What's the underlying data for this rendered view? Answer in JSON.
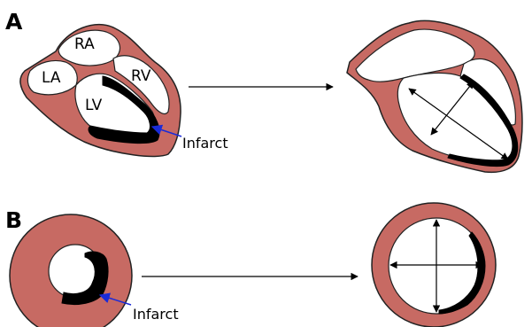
{
  "panels": [
    {
      "letter": "A"
    },
    {
      "letter": "B"
    }
  ],
  "chamber_labels": {
    "ra": "RA",
    "la": "LA",
    "rv": "RV",
    "lv": "LV"
  },
  "annotations": {
    "infarct_a": "Infarct",
    "infarct_b": "Infarct"
  },
  "colors": {
    "myocardium": "#c76a63",
    "infarct": "#000000",
    "pointer": "#1a2bd8",
    "background": "#ffffff"
  }
}
